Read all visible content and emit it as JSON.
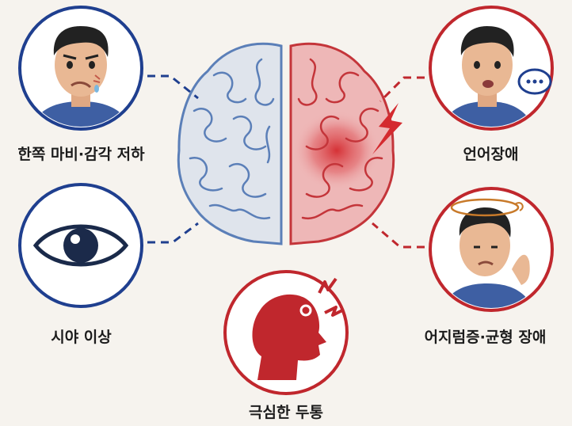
{
  "symptoms": {
    "hemiparesis": {
      "label": "한쪽 마비·감각 저하",
      "icon": "numb-face-man-icon"
    },
    "vision": {
      "label": "시야 이상",
      "icon": "eye-icon"
    },
    "headache": {
      "label": "극심한 두통",
      "icon": "headache-head-icon"
    },
    "speech": {
      "label": "언어장애",
      "icon": "speech-bubble-man-icon"
    },
    "dizziness": {
      "label": "어지럼증·균형 장애",
      "icon": "dizzy-man-icon"
    }
  },
  "colors": {
    "background": "#f6f3ee",
    "left_brain": "#dfe4ec",
    "left_brain_stroke": "#5b7fb8",
    "right_brain": "#eeb7b7",
    "right_brain_stroke": "#c4353a",
    "hemorrhage": "#d42a2f",
    "circle_blue": "#1f3f8f",
    "circle_red": "#c0272d"
  }
}
